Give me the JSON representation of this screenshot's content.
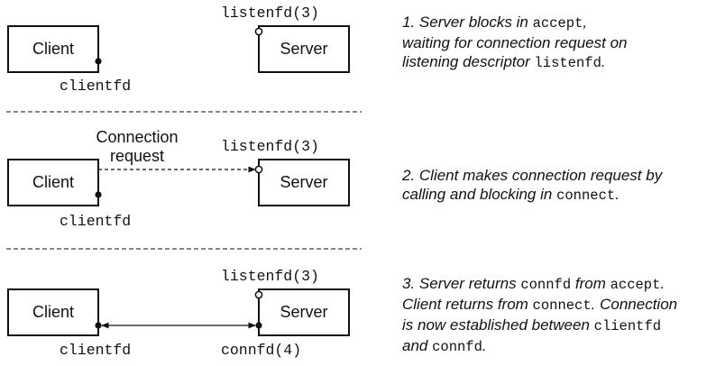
{
  "steps": [
    {
      "client_label": "Client",
      "server_label": "Server",
      "listen_label": "listenfd(3)",
      "client_fd_label": "clientfd",
      "caption": [
        {
          "text": "1. Server blocks in ",
          "code": false
        },
        {
          "text": "accept",
          "code": true
        },
        {
          "text": ",",
          "code": false
        },
        {
          "text": "\n",
          "code": false
        },
        {
          "text": "waiting for connection request on",
          "code": false
        },
        {
          "text": "\n",
          "code": false
        },
        {
          "text": "listening descriptor ",
          "code": false
        },
        {
          "text": "listenfd",
          "code": true
        },
        {
          "text": ".",
          "code": false
        }
      ]
    },
    {
      "client_label": "Client",
      "server_label": "Server",
      "listen_label": "listenfd(3)",
      "client_fd_label": "clientfd",
      "request_label_line1": "Connection",
      "request_label_line2": "request",
      "caption": [
        {
          "text": "2. Client makes connection request by",
          "code": false
        },
        {
          "text": "\n",
          "code": false
        },
        {
          "text": "calling and blocking in ",
          "code": false
        },
        {
          "text": "connect",
          "code": true
        },
        {
          "text": ".",
          "code": false
        }
      ]
    },
    {
      "client_label": "Client",
      "server_label": "Server",
      "listen_label": "listenfd(3)",
      "client_fd_label": "clientfd",
      "conn_fd_label": "connfd(4)",
      "caption": [
        {
          "text": "3. Server returns ",
          "code": false
        },
        {
          "text": "connfd",
          "code": true
        },
        {
          "text": " from ",
          "code": false
        },
        {
          "text": "accept",
          "code": true
        },
        {
          "text": ".",
          "code": false
        },
        {
          "text": "\n",
          "code": false
        },
        {
          "text": "Client returns from ",
          "code": false
        },
        {
          "text": "connect",
          "code": true
        },
        {
          "text": ". Connection",
          "code": false
        },
        {
          "text": "\n",
          "code": false
        },
        {
          "text": "is now established between ",
          "code": false
        },
        {
          "text": "clientfd",
          "code": true
        },
        {
          "text": "\n",
          "code": false
        },
        {
          "text": "and ",
          "code": false
        },
        {
          "text": "connfd",
          "code": true
        },
        {
          "text": ".",
          "code": false
        }
      ]
    }
  ]
}
